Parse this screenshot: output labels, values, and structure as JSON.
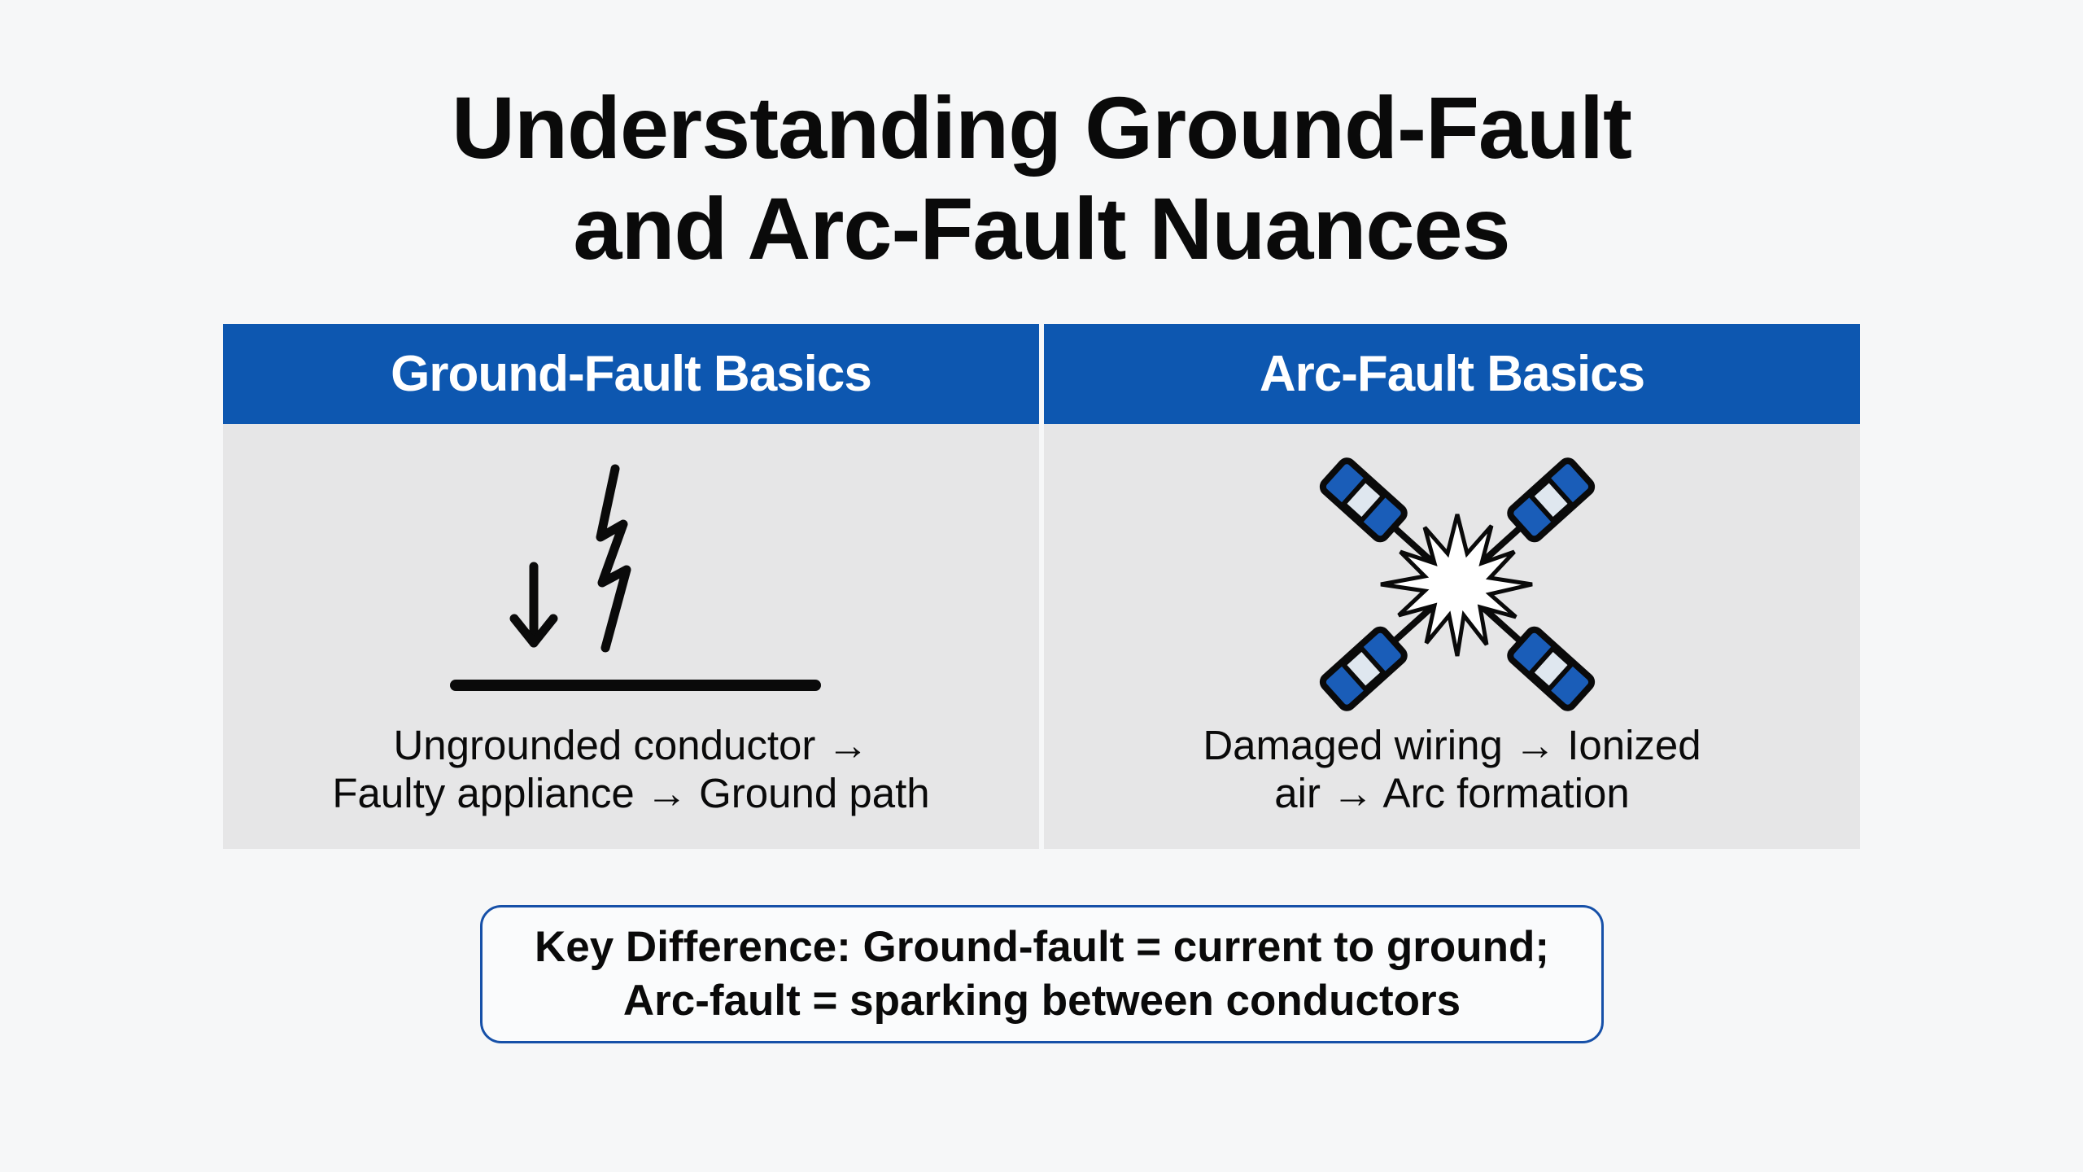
{
  "title": {
    "line1": "Understanding Ground-Fault",
    "line2": "and Arc-Fault Nuances"
  },
  "panels": [
    {
      "heading": "Ground-Fault Basics",
      "line1": "Ungrounded conductor →",
      "line2": "Faulty appliance → Ground path",
      "icon": "ground-fault-icon"
    },
    {
      "heading": "Arc-Fault Basics",
      "line1": "Damaged wiring → Ionized",
      "line2": "air → Arc formation",
      "icon": "arc-fault-icon"
    }
  ],
  "key_difference": {
    "line1": "Key Difference: Ground-fault = current to ground;",
    "line2": "Arc-fault = sparking between conductors"
  },
  "colors": {
    "header_blue": "#0d57b0",
    "panel_gray": "#e6e6e7",
    "border_blue": "#1650a8"
  }
}
